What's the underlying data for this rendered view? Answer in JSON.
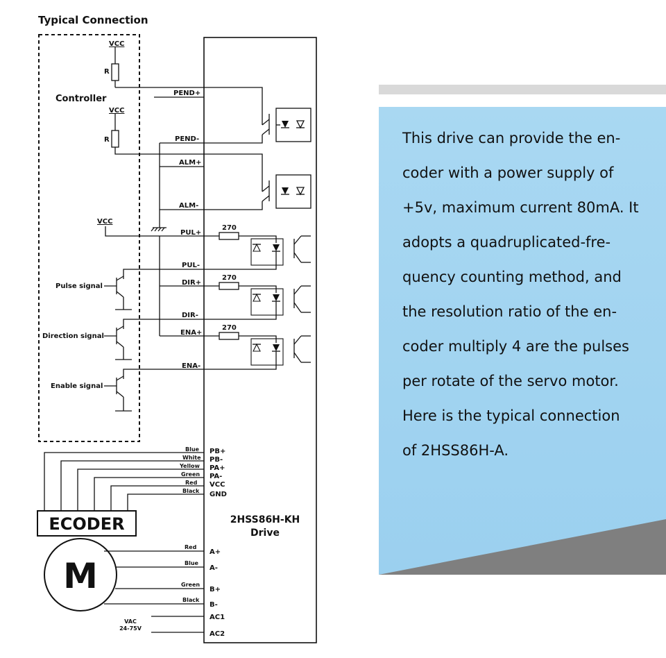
{
  "diagram": {
    "title": "Typical Connection",
    "controller_label": "Controller",
    "vcc": "VCC",
    "resistor": "R",
    "drive_pins": [
      "PEND+",
      "PEND-",
      "ALM+",
      "ALM-",
      "PUL+",
      "PUL-",
      "DIR+",
      "DIR-",
      "ENA+",
      "ENA-"
    ],
    "series_resistor": "270",
    "signals": [
      "Pulse signal",
      "Direction signal",
      "Enable signal"
    ],
    "encoder_label": "ECODER",
    "encoder_wires": [
      {
        "color_name": "Blue",
        "pin": "PB+"
      },
      {
        "color_name": "White",
        "pin": "PB-"
      },
      {
        "color_name": "Yellow",
        "pin": "PA+"
      },
      {
        "color_name": "Green",
        "pin": "PA-"
      },
      {
        "color_name": "Red",
        "pin": "VCC"
      },
      {
        "color_name": "Black",
        "pin": "GND"
      }
    ],
    "drive_name_1": "2HSS86H-KH",
    "drive_name_2": "Drive",
    "motor_label": "M",
    "motor_wires": [
      {
        "color_name": "Red",
        "pin": "A+"
      },
      {
        "color_name": "Blue",
        "pin": "A-"
      },
      {
        "color_name": "Green",
        "pin": "B+"
      },
      {
        "color_name": "Black",
        "pin": "B-"
      }
    ],
    "power_label_1": "VAC",
    "power_label_2": "24-75V",
    "power_pins": [
      "AC1",
      "AC2"
    ]
  },
  "info": {
    "lines": [
      "This drive can provide the en-",
      "coder with a power supply of",
      "+5v, maximum current 80mA. It",
      "adopts a quadruplicated-fre-",
      "quency counting method, and",
      "the resolution ratio of the en-",
      "coder multiply 4 are the pulses",
      "per rotate of the servo motor.",
      "Here is the typical connection",
      "of 2HSS86H-A."
    ]
  }
}
